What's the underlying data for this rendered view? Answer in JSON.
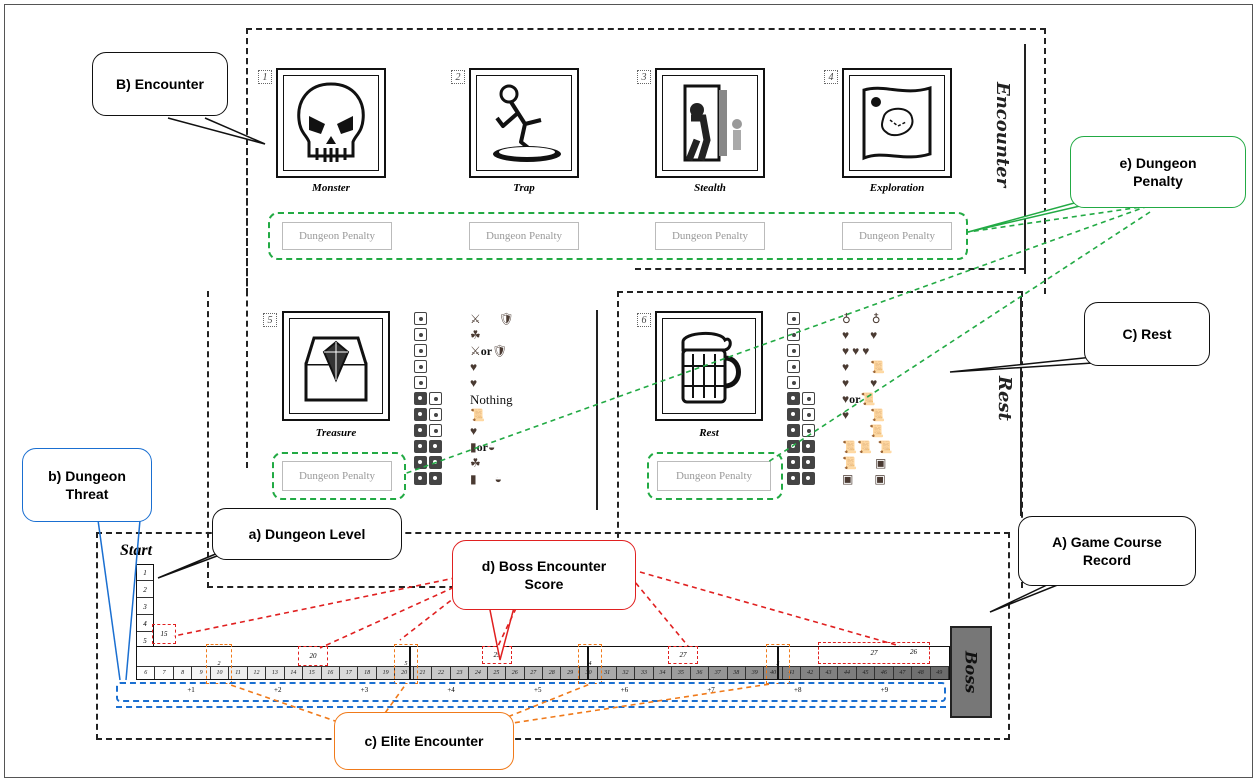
{
  "encounter_cards": [
    {
      "num": "1",
      "label": "Monster",
      "icon": "skull-icon"
    },
    {
      "num": "2",
      "label": "Trap",
      "icon": "trap-icon"
    },
    {
      "num": "3",
      "label": "Stealth",
      "icon": "door-icon"
    },
    {
      "num": "4",
      "label": "Exploration",
      "icon": "map-icon"
    }
  ],
  "treasure_card": {
    "num": "5",
    "label": "Treasure",
    "icon": "treasure-chest-icon"
  },
  "rest_card": {
    "num": "6",
    "label": "Rest",
    "icon": "beer-mug-icon"
  },
  "dungeon_penalty": "Dungeon Penalty",
  "section_titles": {
    "encounter": "Encounter",
    "rest": "Rest"
  },
  "treasure_results": [
    "⚔ 🛡",
    "☘",
    "⚔ or 🛡",
    "♥",
    "♥",
    "Nothing",
    "📜",
    "♥",
    "▮ or ◒",
    "☘",
    "▮ ◒"
  ],
  "treasure_or": "or",
  "treasure_nothing": "Nothing",
  "rest_or": "or",
  "callouts": {
    "A": "A)  Game Course\nRecord",
    "B": "B)  Encounter",
    "C": "C)  Rest",
    "a": "a)  Dungeon Level",
    "b": "b)  Dungeon\nThreat",
    "c": "c)  Elite Encounter",
    "d": "d)  Boss Encounter\nScore",
    "e": "e)  Dungeon\nPenalty"
  },
  "track": {
    "start_label": "Start",
    "boss_label": "Boss",
    "levels": [
      "1",
      "2",
      "3",
      "4",
      "5"
    ],
    "threat_labels": [
      "+1",
      "+2",
      "+3",
      "+4",
      "+5",
      "+6",
      "+7",
      "+8",
      "+9"
    ],
    "boss_scores": [
      "15",
      "20",
      "25",
      "27",
      "27",
      "26"
    ],
    "elite_numbers": [
      "2",
      "5",
      "4",
      "3"
    ],
    "cells": [
      "6",
      "7",
      "8",
      "9",
      "10",
      "11",
      "12",
      "13",
      "14",
      "15",
      "16",
      "17",
      "18",
      "19",
      "20",
      "21",
      "22",
      "23",
      "24",
      "25",
      "26",
      "27",
      "28",
      "29",
      "30",
      "31",
      "32",
      "33",
      "34",
      "35",
      "36",
      "37",
      "38",
      "39",
      "40",
      "41",
      "42",
      "43",
      "44",
      "45",
      "46",
      "47",
      "48",
      "49"
    ]
  },
  "colors": {
    "boss_score": "#e02020",
    "elite": "#f07a1a",
    "threat": "#1a6fd1",
    "penalty": "#22aa44",
    "res_brown": "#4a3a32"
  }
}
